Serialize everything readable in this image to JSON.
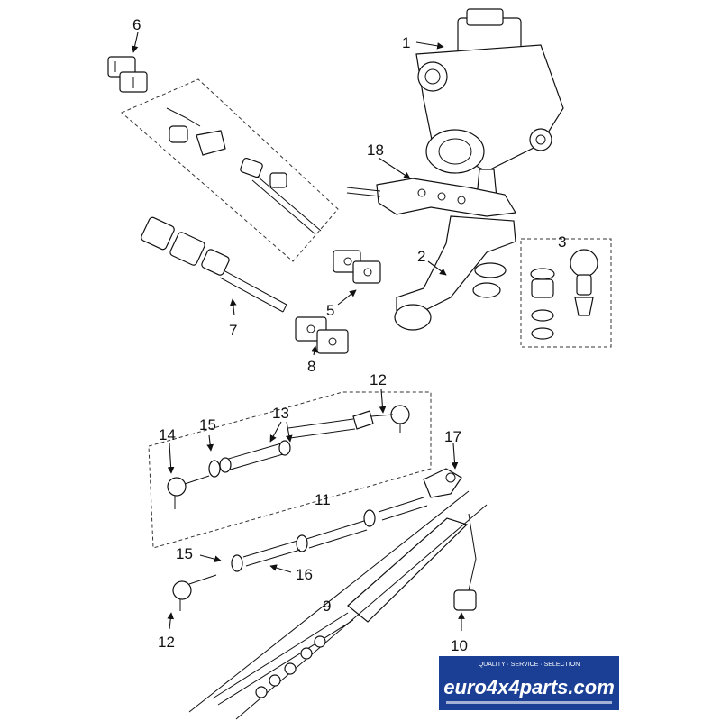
{
  "callouts": [
    "1",
    "2",
    "3",
    "5",
    "6",
    "7",
    "8",
    "9",
    "10",
    "11",
    "12",
    "12",
    "13",
    "14",
    "15",
    "15",
    "16",
    "17",
    "18"
  ],
  "logo": {
    "text": "euro4x4parts.com",
    "tagline": "QUALITY · SERVICE · SELECTION"
  },
  "colors": {
    "line": "#111111",
    "logo_blue": "#1a3f94",
    "logo_text": "#ffffff"
  }
}
